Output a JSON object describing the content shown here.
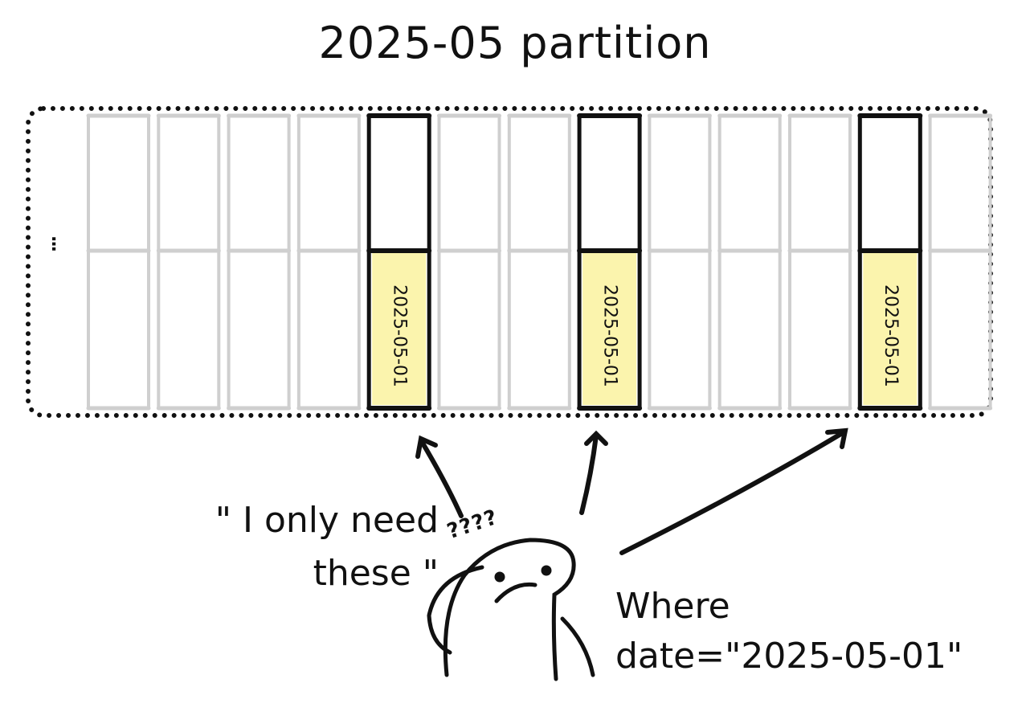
{
  "title": "2025-05 partition",
  "ellipsis": "...",
  "columns": [
    {
      "highlighted": false,
      "label": ""
    },
    {
      "highlighted": false,
      "label": ""
    },
    {
      "highlighted": false,
      "label": ""
    },
    {
      "highlighted": false,
      "label": ""
    },
    {
      "highlighted": true,
      "label": "2025-05-01"
    },
    {
      "highlighted": false,
      "label": ""
    },
    {
      "highlighted": false,
      "label": ""
    },
    {
      "highlighted": true,
      "label": "2025-05-01"
    },
    {
      "highlighted": false,
      "label": ""
    },
    {
      "highlighted": false,
      "label": ""
    },
    {
      "highlighted": false,
      "label": ""
    },
    {
      "highlighted": true,
      "label": "2025-05-01"
    },
    {
      "highlighted": false,
      "label": ""
    }
  ],
  "quote": {
    "line1": "\" I only need",
    "line2": "these  \""
  },
  "question_marks": "????",
  "query": {
    "line1": "Where",
    "line2": "date=\"2025-05-01\""
  },
  "colors": {
    "highlight": "#fbf4ad",
    "grid": "#cfcfcf",
    "ink": "#111111"
  }
}
